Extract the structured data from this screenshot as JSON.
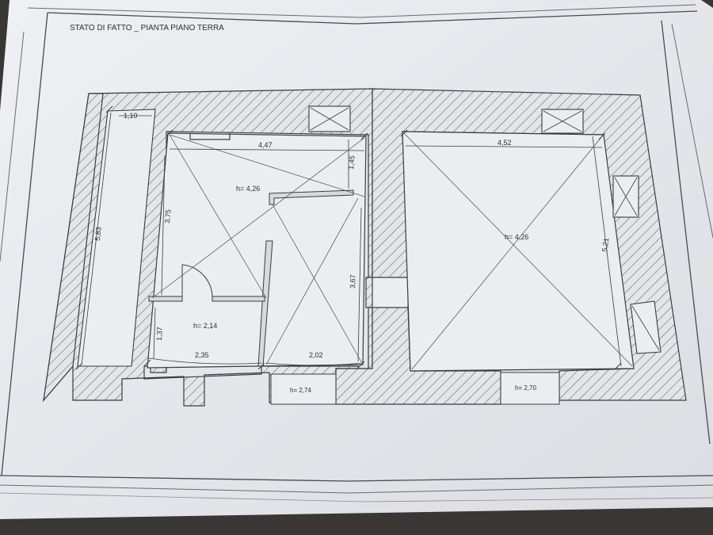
{
  "sheet": {
    "title": "STATO DI FATTO _ PIANTA PIANO TERRA"
  },
  "colors": {
    "paper": "#e9eaee",
    "ink": "#3b3b40",
    "hatch": "#6a6a70",
    "background": "#3a3633"
  },
  "dimensions": {
    "d_1_10": "1,10",
    "d_4_47": "4,47",
    "d_4_52": "4,52",
    "d_1_45": "1,45",
    "d_3_75": "3,75",
    "d_5_83": "5,83",
    "d_5_21": "5,21",
    "d_3_67": "3,67",
    "d_1_37": "1,37",
    "d_2_35": "2,35",
    "d_2_02": "2,02"
  },
  "heights": {
    "room_a": "h= 4,26",
    "room_b": "h= 4,26",
    "room_c": "h= 2,14",
    "opening_1": "h= 2,74",
    "opening_2": "h= 2,70"
  }
}
